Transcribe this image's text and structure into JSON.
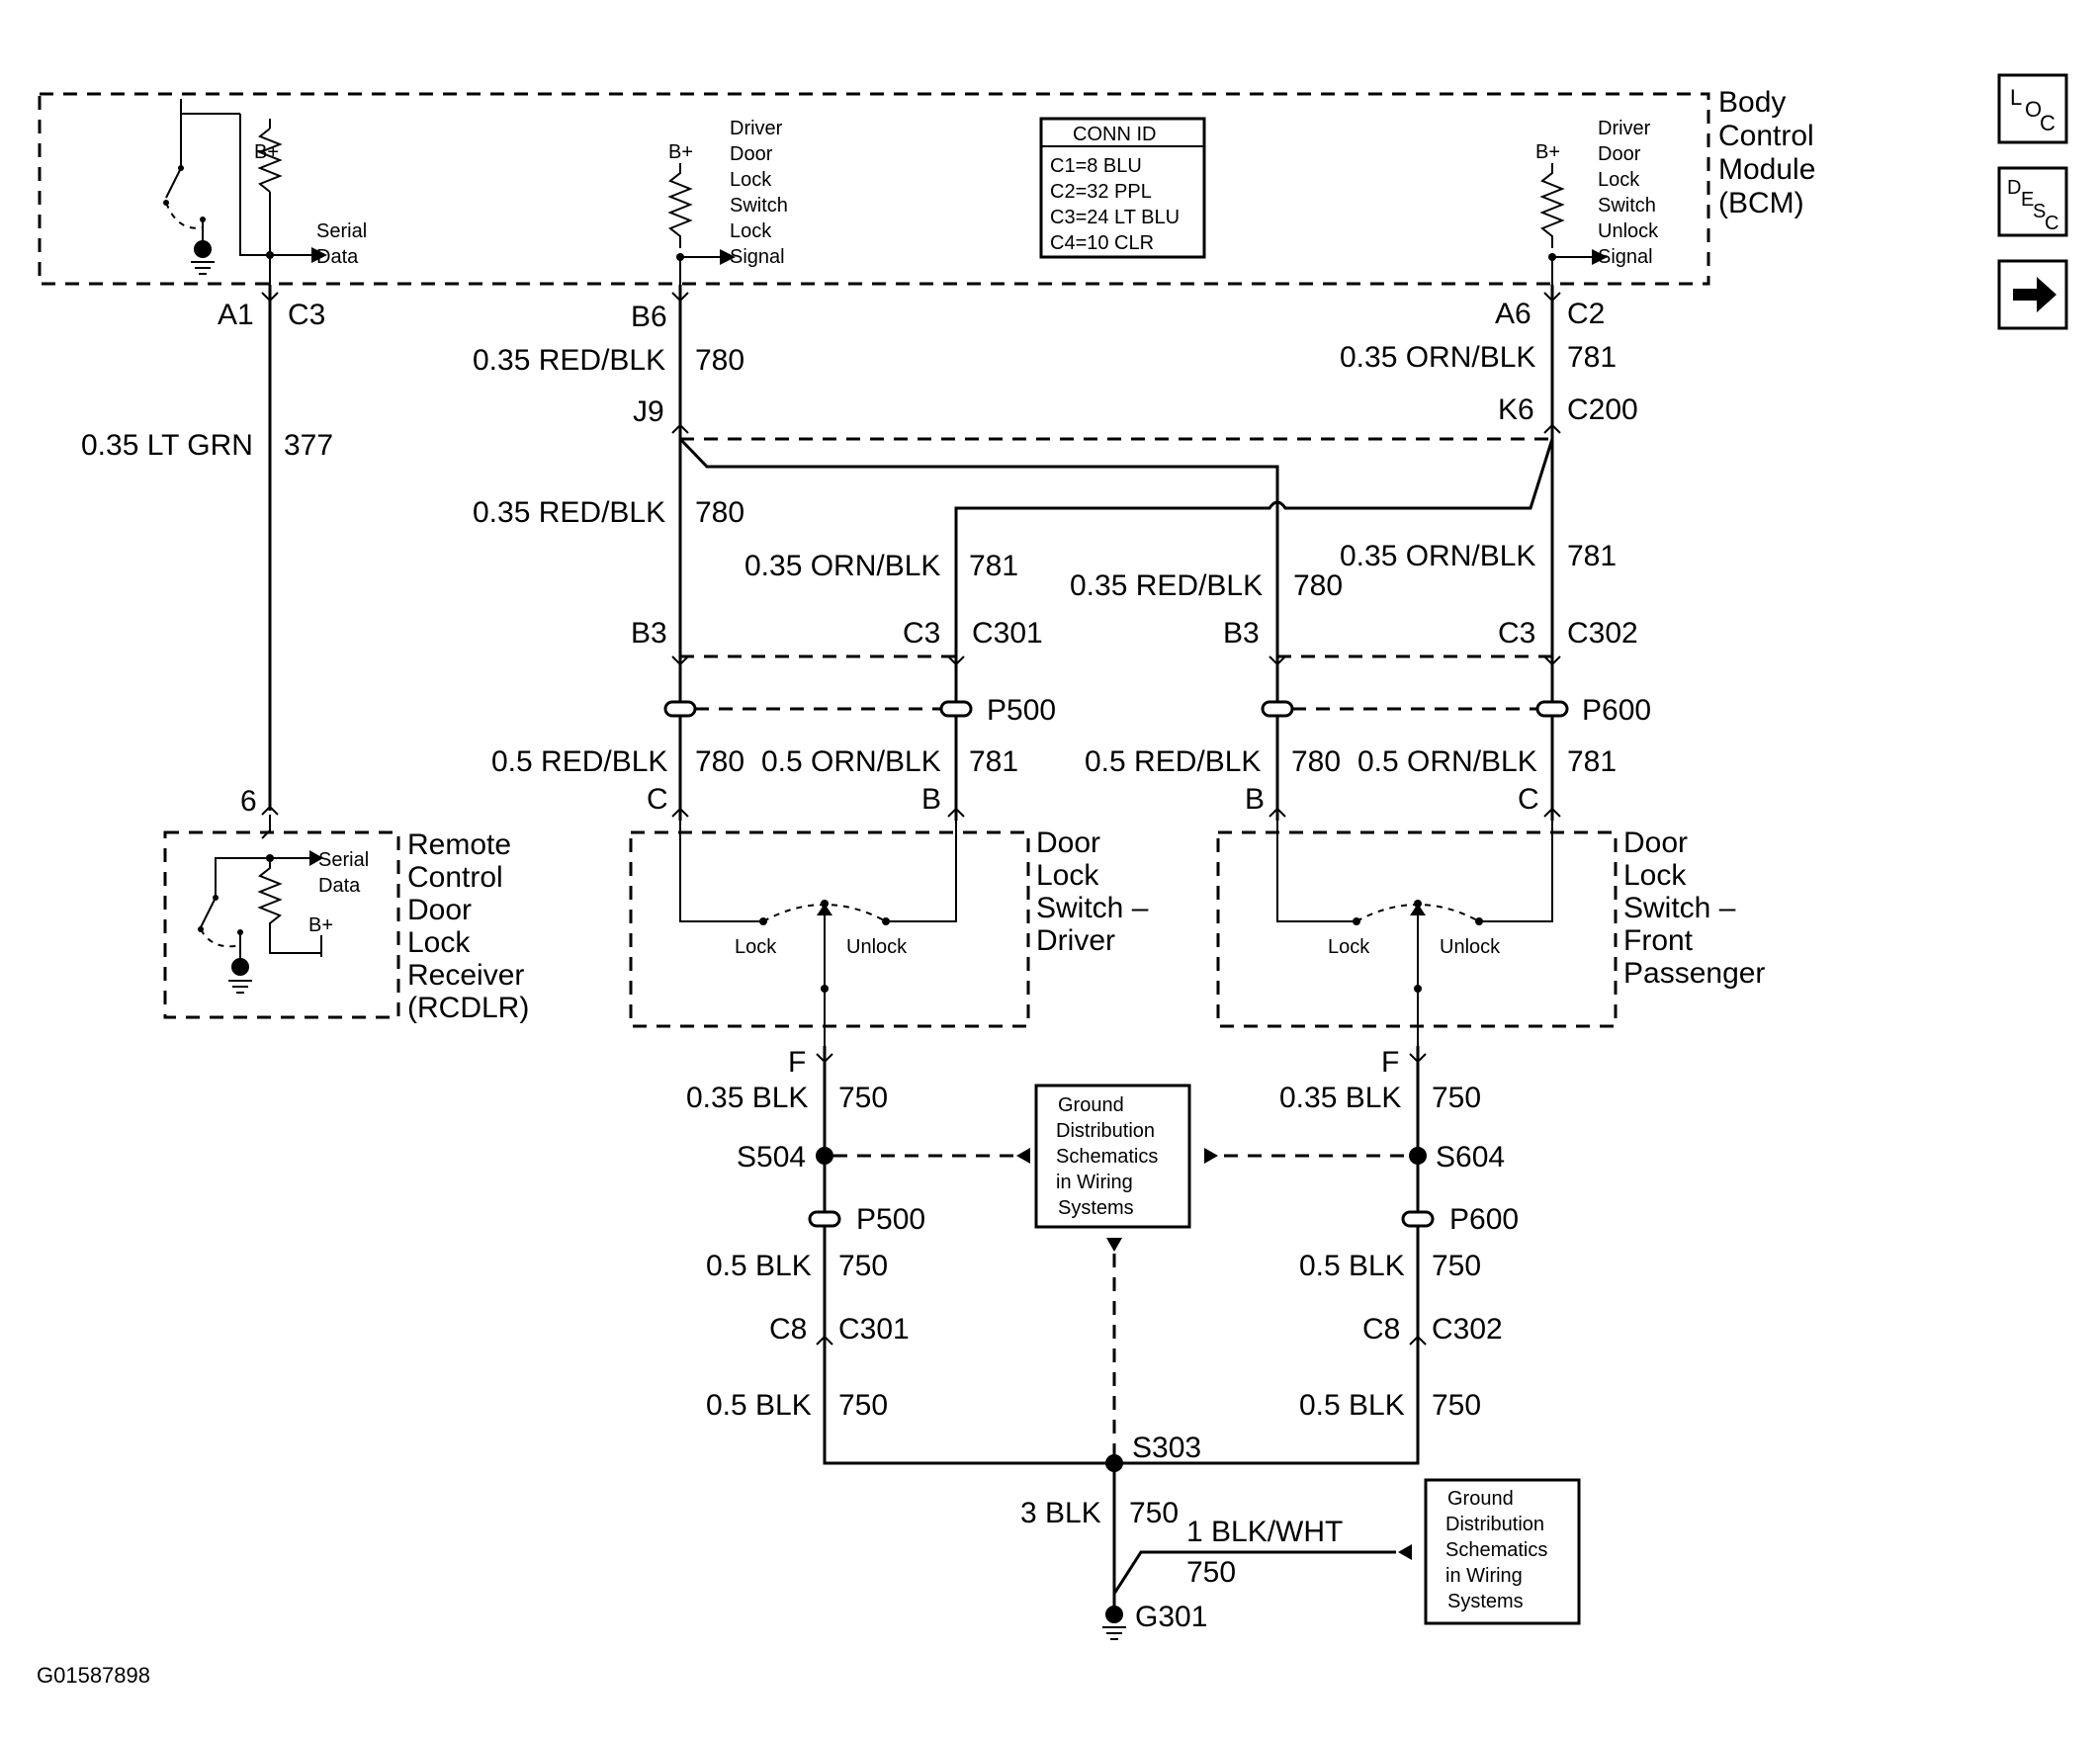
{
  "nav_icons": {
    "loc": {
      "l1": "L",
      "l2": "O",
      "l3": "C"
    },
    "desc": {
      "l1": "D",
      "l2": "E",
      "l3": "S",
      "l4": "C"
    },
    "next": "arrow-right-icon"
  },
  "bcm": {
    "title": [
      "Body",
      "Control",
      "Module",
      "(BCM)"
    ],
    "serial_data": [
      "Serial",
      "Data"
    ],
    "lock_signal": [
      "Driver",
      "Door",
      "Lock",
      "Switch",
      "Lock",
      "Signal"
    ],
    "unlock_signal": [
      "Driver",
      "Door",
      "Lock",
      "Switch",
      "Unlock",
      "Signal"
    ],
    "bplus": "B+",
    "conn_id": {
      "header": "CONN ID",
      "rows": [
        "C1=8 BLU",
        "C2=32 PPL",
        "C3=24 LT BLU",
        "C4=10 CLR"
      ]
    }
  },
  "rcdlr": {
    "title": [
      "Remote",
      "Control",
      "Door",
      "Lock",
      "Receiver",
      "(RCDLR)"
    ],
    "serial_data": [
      "Serial",
      "Data"
    ],
    "bplus": "B+",
    "pin": "6"
  },
  "switch_driver": {
    "title": [
      "Door",
      "Lock",
      "Switch –",
      "Driver"
    ],
    "lock": "Lock",
    "unlock": "Unlock"
  },
  "switch_passenger": {
    "title": [
      "Door",
      "Lock",
      "Switch –",
      "Front",
      "Passenger"
    ],
    "lock": "Lock",
    "unlock": "Unlock"
  },
  "pins": {
    "a1": "A1",
    "c3": "C3",
    "b6": "B6",
    "a6": "A6",
    "c2": "C2",
    "j9": "J9",
    "k6": "K6",
    "c200": "C200",
    "b3_l": "B3",
    "c3_l": "C3",
    "c301": "C301",
    "b3_r": "B3",
    "c3_r": "C3",
    "c302": "C302",
    "p500": "P500",
    "p600": "P600",
    "pin_c_l": "C",
    "pin_b_l": "B",
    "pin_b_r": "B",
    "pin_c_r": "C",
    "f_l": "F",
    "f_r": "F",
    "s504": "S504",
    "s604": "S604",
    "p500_b": "P500",
    "p600_b": "P600",
    "c8_l": "C8",
    "c301_b": "C301",
    "c8_r": "C8",
    "c302_b": "C302",
    "s303": "S303",
    "g301": "G301"
  },
  "wires": {
    "w377": {
      "gauge": "0.35 LT GRN",
      "circuit": "377"
    },
    "w780_top": {
      "gauge": "0.35 RED/BLK",
      "circuit": "780"
    },
    "w781_top": {
      "gauge": "0.35 ORN/BLK",
      "circuit": "781"
    },
    "w780_mid": {
      "gauge": "0.35 RED/BLK",
      "circuit": "780"
    },
    "w781_mid": {
      "gauge": "0.35 ORN/BLK",
      "circuit": "781"
    },
    "w780_cross": {
      "gauge": "0.35 RED/BLK",
      "circuit": "780"
    },
    "w781_right": {
      "gauge": "0.35 ORN/BLK",
      "circuit": "781"
    },
    "w780_l_low": {
      "gauge": "0.5 RED/BLK",
      "circuit": "780"
    },
    "w781_l_low": {
      "gauge": "0.5 ORN/BLK",
      "circuit": "781"
    },
    "w780_r_low": {
      "gauge": "0.5 RED/BLK",
      "circuit": "780"
    },
    "w781_r_low": {
      "gauge": "0.5 ORN/BLK",
      "circuit": "781"
    },
    "w750_l1": {
      "gauge": "0.35 BLK",
      "circuit": "750"
    },
    "w750_r1": {
      "gauge": "0.35 BLK",
      "circuit": "750"
    },
    "w750_l2": {
      "gauge": "0.5 BLK",
      "circuit": "750"
    },
    "w750_r2": {
      "gauge": "0.5 BLK",
      "circuit": "750"
    },
    "w750_l3": {
      "gauge": "0.5 BLK",
      "circuit": "750"
    },
    "w750_r3": {
      "gauge": "0.5 BLK",
      "circuit": "750"
    },
    "w750_main": {
      "gauge": "3 BLK",
      "circuit": "750"
    },
    "w750_wht": {
      "gauge": "1 BLK/WHT",
      "circuit": "750"
    }
  },
  "ground_ref": [
    "Ground",
    "Distribution",
    "Schematics",
    "in Wiring",
    "Systems"
  ],
  "figure_id": "G01587898"
}
